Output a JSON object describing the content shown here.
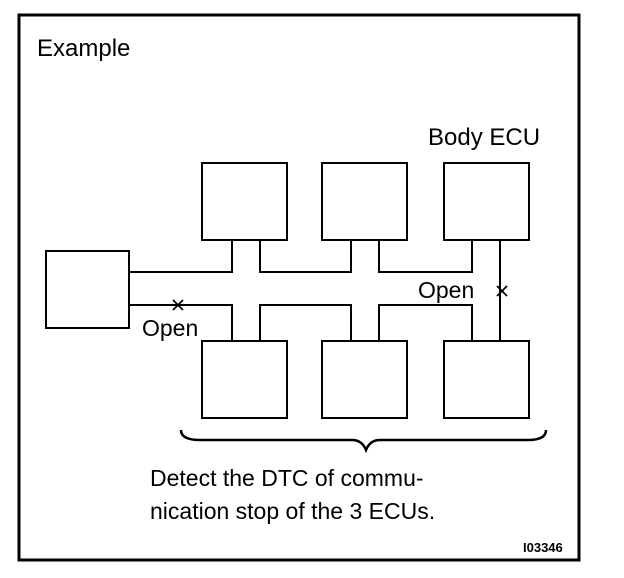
{
  "title": "Example",
  "labels": {
    "body_ecu": "Body ECU",
    "open_left": "Open",
    "open_right": "Open",
    "caption_line1": "Detect the DTC of commu-",
    "caption_line2": "nication stop of the 3 ECUs.",
    "figure_id": "I03346"
  },
  "ecus": {
    "left_ecu": {},
    "top_ecus": [
      {},
      {},
      {
        "label_ref": "body_ecu"
      }
    ],
    "bottom_ecus": [
      {},
      {},
      {}
    ]
  },
  "open_points": [
    {
      "label_ref": "open_left"
    },
    {
      "label_ref": "open_right"
    }
  ]
}
